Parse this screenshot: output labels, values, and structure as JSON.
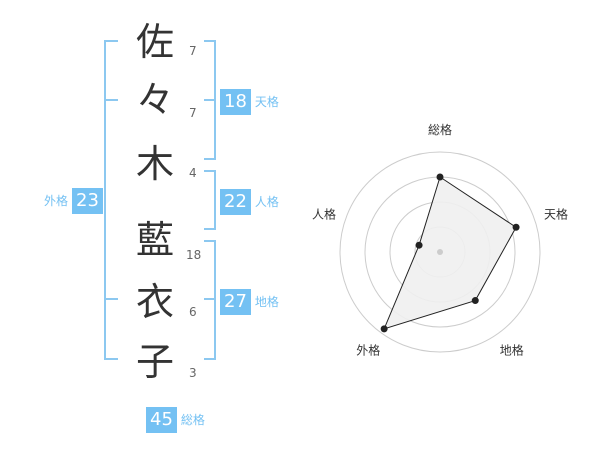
{
  "name": {
    "chars": [
      {
        "char": "佐",
        "strokes": "7"
      },
      {
        "char": "々",
        "strokes": "7"
      },
      {
        "char": "木",
        "strokes": "4"
      },
      {
        "char": "藍",
        "strokes": "18"
      },
      {
        "char": "衣",
        "strokes": "6"
      },
      {
        "char": "子",
        "strokes": "3"
      }
    ]
  },
  "fortunes": {
    "tenkaku": {
      "label": "天格",
      "value": "18"
    },
    "jinkaku": {
      "label": "人格",
      "value": "22"
    },
    "chikaku": {
      "label": "地格",
      "value": "27"
    },
    "gaikaku": {
      "label": "外格",
      "value": "23"
    },
    "soukaku": {
      "label": "総格",
      "value": "45"
    }
  },
  "colors": {
    "accent": "#74c1f3",
    "bracket": "#8cc8f0",
    "radar_fill": "#efefef"
  },
  "chart_data": {
    "type": "radar",
    "axes": [
      "総格",
      "天格",
      "地格",
      "外格",
      "人格"
    ],
    "values": [
      0.75,
      0.8,
      0.6,
      0.95,
      0.22
    ],
    "rings": 4
  }
}
